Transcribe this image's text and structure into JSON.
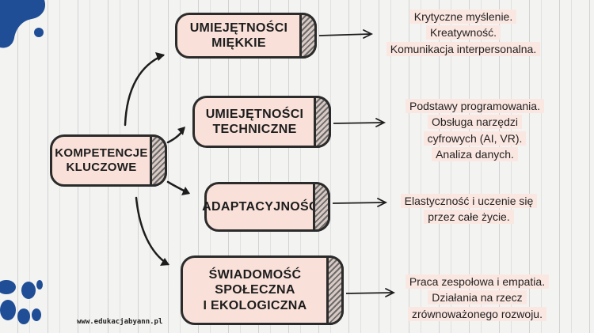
{
  "central": {
    "label": "KOMPETENCJE\nKLUCZOWE"
  },
  "branches": [
    {
      "label": "UMIEJĘTNOŚCI\nMIĘKKIE",
      "details": [
        "Krytyczne myślenie.",
        "Kreatywność.",
        "Komunikacja interpersonalna."
      ]
    },
    {
      "label": "UMIEJĘTNOŚCI\nTECHNICZNE",
      "details": [
        "Podstawy programowania.",
        "Obsługa narzędzi",
        "cyfrowych (AI, VR).",
        "Analiza danych."
      ]
    },
    {
      "label": "ADAPTACYJNOŚĆ",
      "details": [
        "Elastyczność i uczenie się",
        "przez całe życie."
      ]
    },
    {
      "label": "ŚWIADOMOŚĆ\nSPOŁECZNA\nI EKOLOGICZNA",
      "details": [
        "Praca zespołowa i empatia.",
        "Działania na rzecz",
        "zrównoważonego rozwoju."
      ]
    }
  ],
  "footer": "www.edukacjabyann.pl",
  "colors": {
    "pill_fill": "#f9e1d9",
    "outline": "#2b2b2b",
    "accent_blue": "#1f4e96"
  }
}
